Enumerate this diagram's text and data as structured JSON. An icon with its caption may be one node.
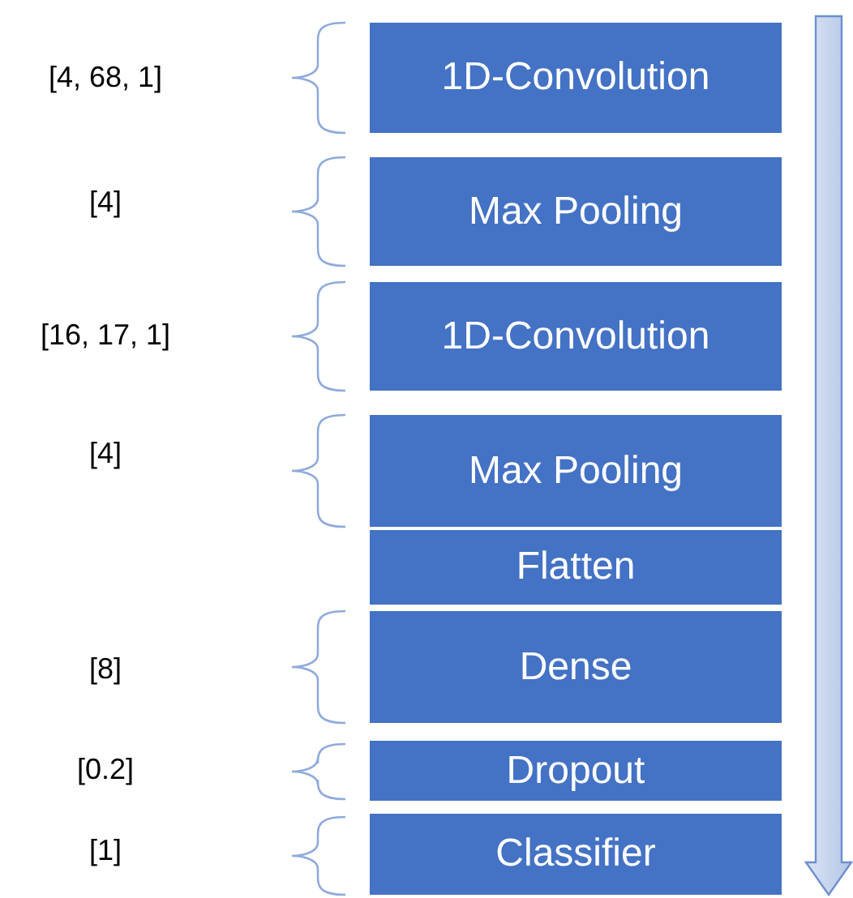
{
  "diagram": {
    "nodes": [
      {
        "text": [
          "1D-Convolution"
        ]
      },
      {
        "text": [
          "Max Pooling"
        ]
      },
      {
        "text": [
          "1D-Convolution"
        ]
      },
      {
        "text": [
          "Max Pooling"
        ]
      },
      {
        "text": [
          "Flatten"
        ]
      },
      {
        "text": [
          "Dense"
        ]
      },
      {
        "text": [
          "Dropout"
        ]
      },
      {
        "text": [
          "Classifier"
        ]
      }
    ],
    "labels": [
      "[4, 68, 1]",
      "[4]",
      "[16, 17, 1]",
      "[4]",
      "[8]",
      "[0.2]",
      "[1]"
    ]
  }
}
